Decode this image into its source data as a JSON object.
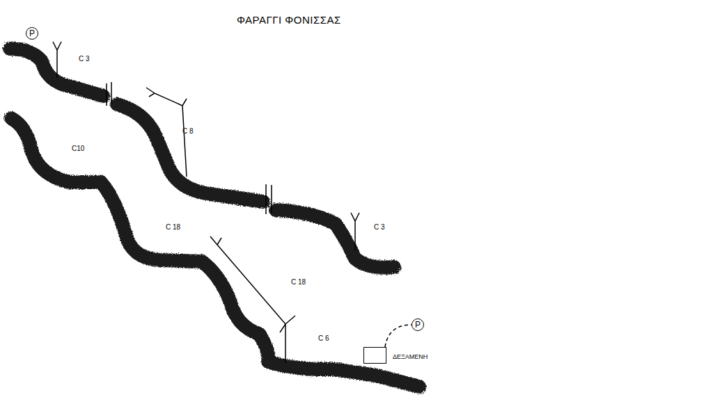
{
  "diagram": {
    "title": "ΦΑΡΑΓΓΙ ΦΟΝΙΣΣΑΣ",
    "nodes": [
      {
        "text": [
          "P"
        ]
      },
      {
        "text": [
          "ΔΕΞΑΜΕΝΗ"
        ]
      },
      {
        "text": [
          "P"
        ]
      }
    ],
    "edges": [
      {
        "from": 1,
        "to": 2,
        "arrow": "none"
      }
    ],
    "labels": [
      "C 3",
      "C 8",
      "C10",
      "C 18",
      "C 18",
      "C 3",
      "C 6"
    ]
  }
}
